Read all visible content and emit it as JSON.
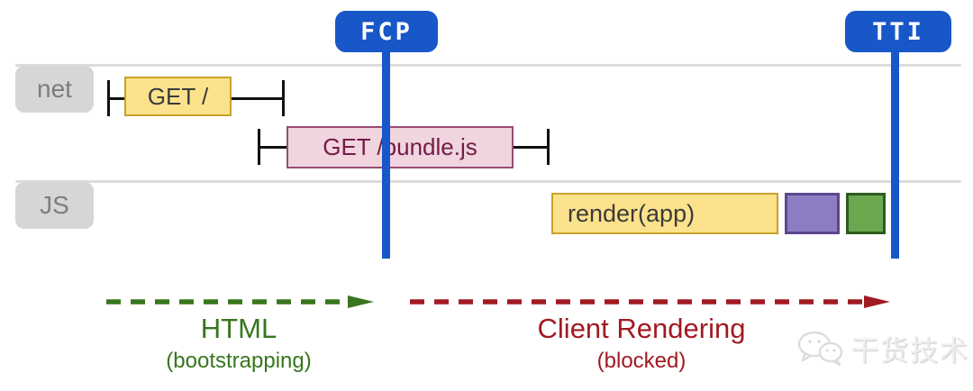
{
  "badges": [
    {
      "id": "fcp",
      "label": "FCP"
    },
    {
      "id": "tti",
      "label": "TTI"
    }
  ],
  "rows": [
    {
      "id": "net",
      "label": "net"
    },
    {
      "id": "js",
      "label": "JS"
    }
  ],
  "requests": [
    {
      "id": "root",
      "label": "GET /"
    },
    {
      "id": "bundle",
      "label": "GET /bundle.js"
    }
  ],
  "tasks": [
    {
      "id": "render",
      "label": "render(app)",
      "color": "#fce28c"
    },
    {
      "id": "task-2",
      "label": "",
      "color": "#8e7cc3"
    },
    {
      "id": "task-3",
      "label": "",
      "color": "#6aa84f"
    }
  ],
  "phases": [
    {
      "id": "html",
      "title": "HTML",
      "subtitle": "(bootstrapping)",
      "color": "#38761d"
    },
    {
      "id": "client-rendering",
      "title": "Client Rendering",
      "subtitle": "(blocked)",
      "color": "#a11a22"
    }
  ],
  "watermark": {
    "label": "干货技术",
    "icon": "wechat-icon"
  },
  "colors": {
    "marker_blue": "#1757c8",
    "timeline_line": "#dcdcdc",
    "row_label_bg": "#d6d6d6",
    "yellow_fill": "#fce28c",
    "yellow_border": "#c8a22b",
    "pink_fill": "#f0d4de",
    "pink_border": "#9b4b73",
    "purple_fill": "#8e7cc3",
    "green_fill": "#6aa84f",
    "phase_green": "#38761d",
    "phase_red": "#a11a22"
  }
}
